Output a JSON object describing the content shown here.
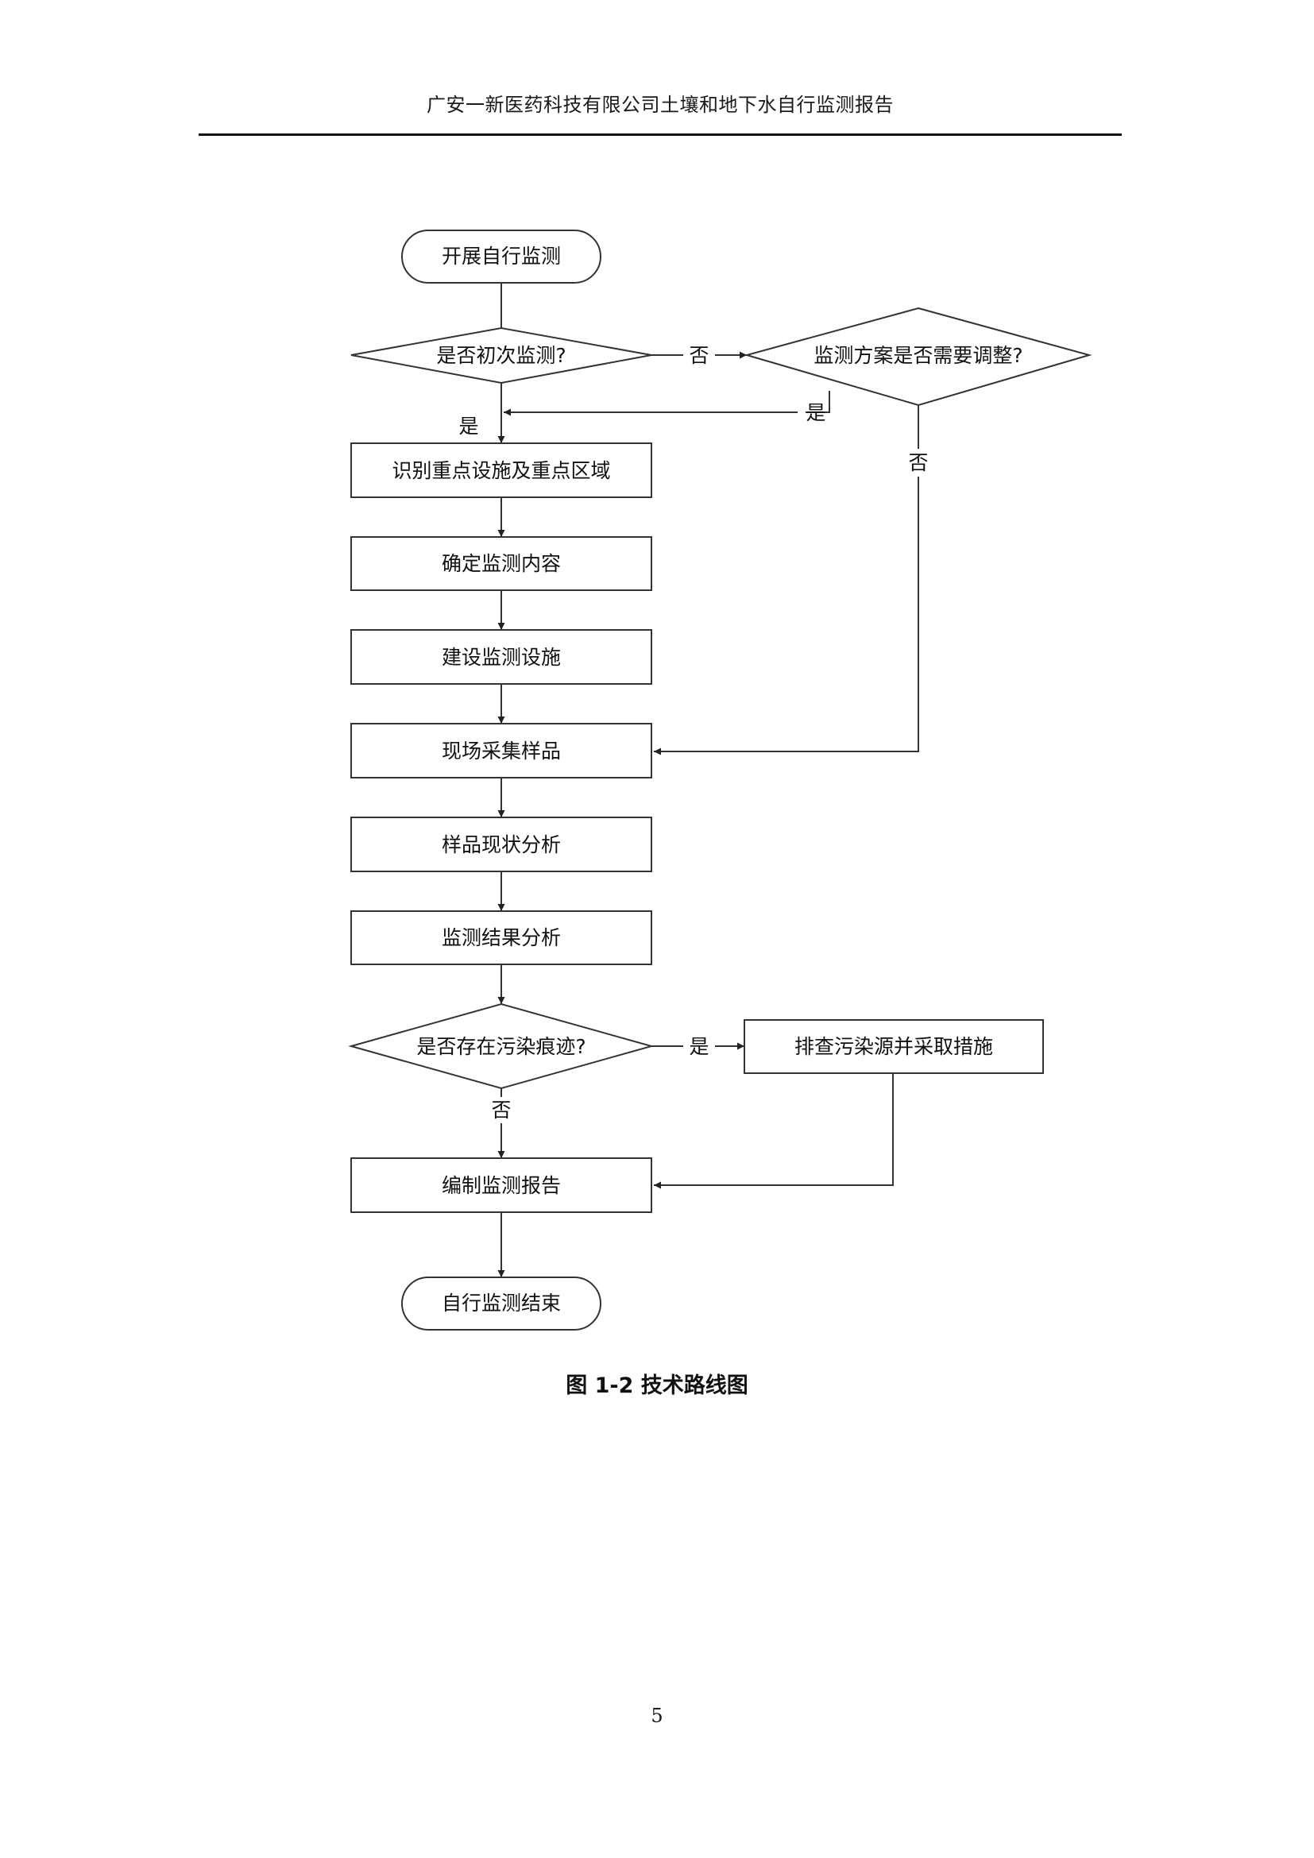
{
  "header": {
    "title": "广安一新医药科技有限公司土壤和地下水自行监测报告"
  },
  "flowchart": {
    "start": "开展自行监测",
    "decision_first": "是否初次监测?",
    "decision_adjust": "监测方案是否需要调整?",
    "step_identify": "识别重点设施及重点区域",
    "step_determine": "确定监测内容",
    "step_build": "建设监测设施",
    "step_sampling": "现场采集样品",
    "step_sample_analysis": "样品现状分析",
    "step_result_analysis": "监测结果分析",
    "decision_pollution": "是否存在污染痕迹?",
    "step_investigate": "排查污染源并采取措施",
    "step_report": "编制监测报告",
    "end": "自行监测结束",
    "label_yes": "是",
    "label_no": "否"
  },
  "figure": {
    "caption": "图 1-2  技术路线图"
  },
  "footer": {
    "page_number": "5"
  }
}
